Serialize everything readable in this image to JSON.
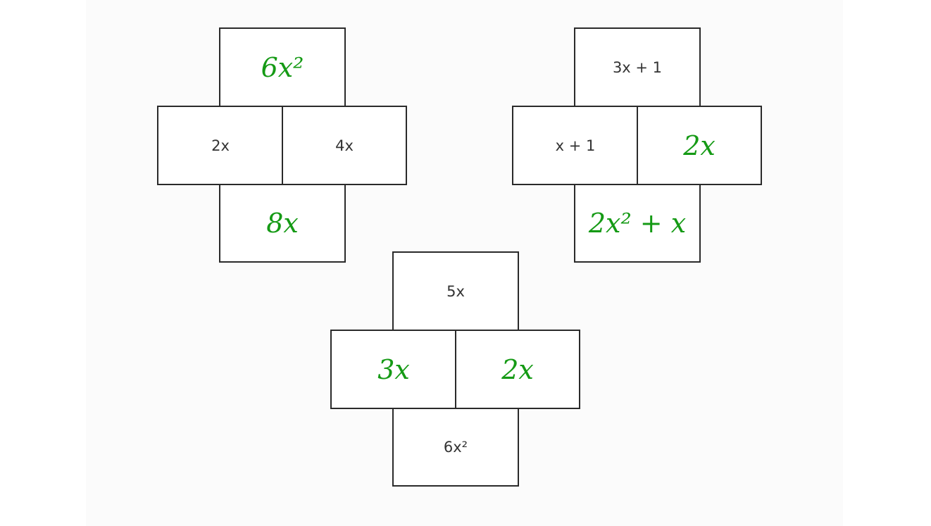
{
  "puzzles": [
    {
      "top": {
        "text": "6x²",
        "kind": "answer"
      },
      "left": {
        "text": "2x",
        "kind": "given"
      },
      "right": {
        "text": "4x",
        "kind": "given"
      },
      "bottom": {
        "text": "8x",
        "kind": "answer"
      }
    },
    {
      "top": {
        "text": "3x + 1",
        "kind": "given"
      },
      "left": {
        "text": "x + 1",
        "kind": "given"
      },
      "right": {
        "text": "2x",
        "kind": "answer"
      },
      "bottom": {
        "text": "2x² + x",
        "kind": "answer"
      }
    },
    {
      "top": {
        "text": "5x",
        "kind": "given"
      },
      "left": {
        "text": "3x",
        "kind": "answer"
      },
      "right": {
        "text": "2x",
        "kind": "answer"
      },
      "bottom": {
        "text": "6x²",
        "kind": "given"
      }
    }
  ],
  "colors": {
    "answer": "#159a15",
    "given": "#333333",
    "border": "#2a2a2a"
  }
}
